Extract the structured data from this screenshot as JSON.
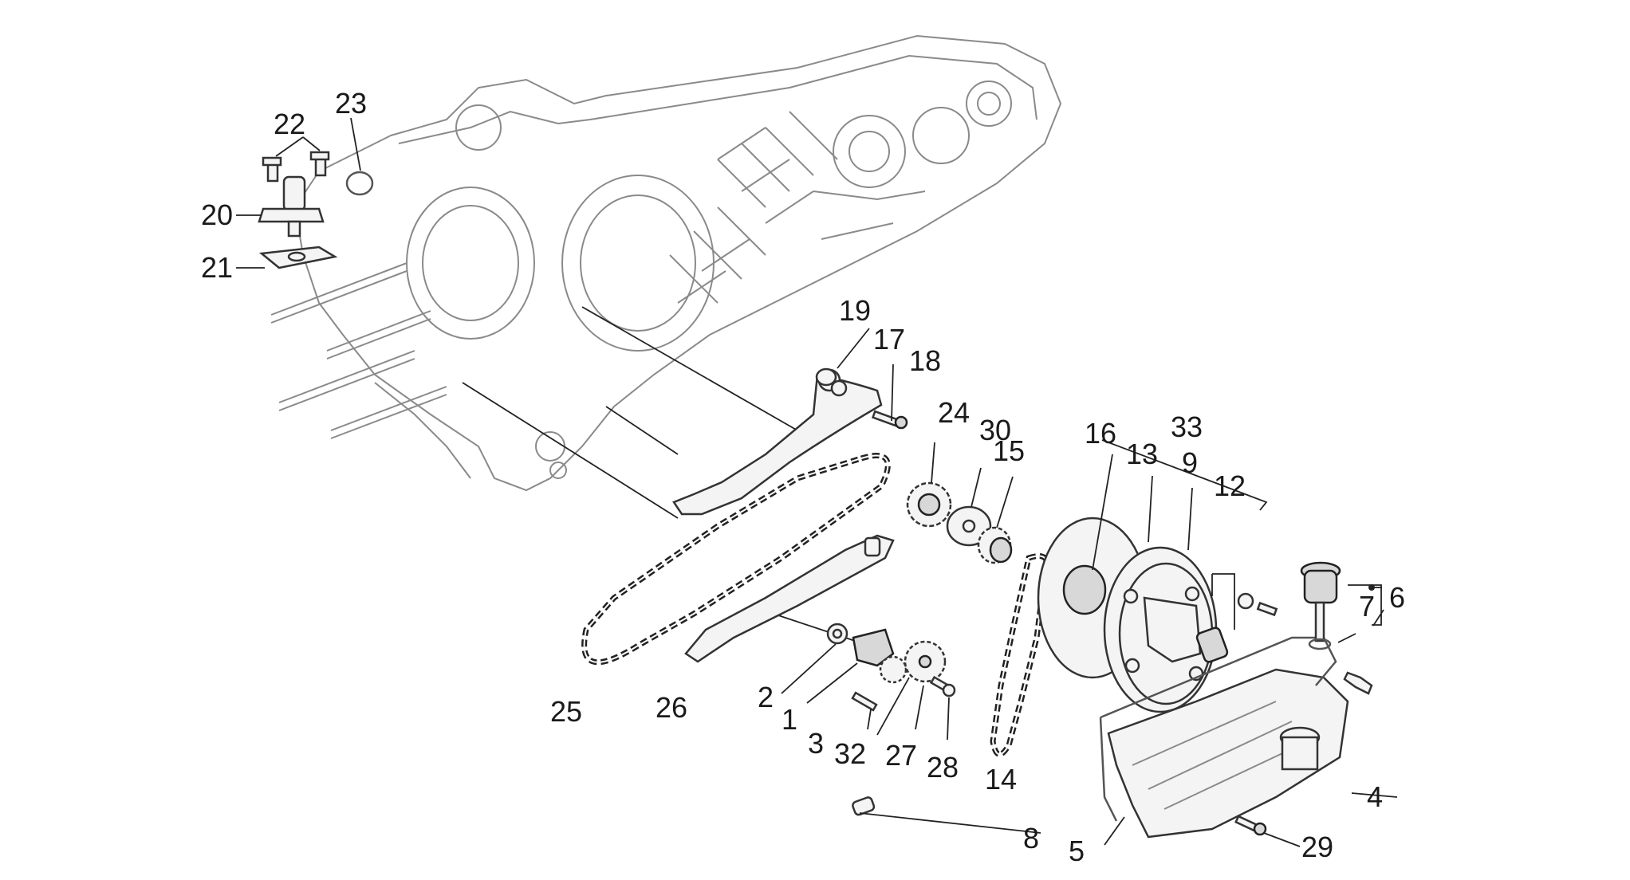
{
  "diagram": {
    "callouts": [
      {
        "id": "1",
        "label": "1"
      },
      {
        "id": "2",
        "label": "2"
      },
      {
        "id": "3",
        "label": "3"
      },
      {
        "id": "4",
        "label": "4"
      },
      {
        "id": "5",
        "label": "5"
      },
      {
        "id": "6",
        "label": "6"
      },
      {
        "id": "7",
        "label": "7"
      },
      {
        "id": "8",
        "label": "8"
      },
      {
        "id": "9",
        "label": "9"
      },
      {
        "id": "12",
        "label": "12"
      },
      {
        "id": "13",
        "label": "13"
      },
      {
        "id": "14",
        "label": "14"
      },
      {
        "id": "15",
        "label": "15"
      },
      {
        "id": "16",
        "label": "16"
      },
      {
        "id": "17",
        "label": "17"
      },
      {
        "id": "18",
        "label": "18"
      },
      {
        "id": "19",
        "label": "19"
      },
      {
        "id": "20",
        "label": "20"
      },
      {
        "id": "21",
        "label": "21"
      },
      {
        "id": "22",
        "label": "22"
      },
      {
        "id": "23",
        "label": "23"
      },
      {
        "id": "24",
        "label": "24"
      },
      {
        "id": "25",
        "label": "25"
      },
      {
        "id": "26",
        "label": "26"
      },
      {
        "id": "27",
        "label": "27"
      },
      {
        "id": "28",
        "label": "28"
      },
      {
        "id": "29",
        "label": "29"
      },
      {
        "id": "30",
        "label": "30"
      },
      {
        "id": "32",
        "label": "32"
      },
      {
        "id": "33",
        "label": "33"
      }
    ],
    "colors": {
      "line": "#222222",
      "ghost": "#8a8a8a",
      "background": "#ffffff"
    }
  }
}
